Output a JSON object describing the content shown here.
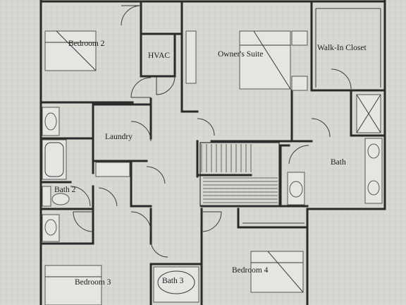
{
  "rooms": {
    "bedroom2": "Bedroom 2",
    "hvac": "HVAC",
    "owners_suite": "Owner's Suite",
    "walk_in_closet": "Walk-In Closet",
    "laundry": "Laundry",
    "bath": "Bath",
    "bath2": "Bath 2",
    "bedroom3": "Bedroom 3",
    "bath3": "Bath 3",
    "bedroom4": "Bedroom 4"
  },
  "colors": {
    "paper": "#d6d8d2",
    "wall": "#2a2a2a"
  }
}
